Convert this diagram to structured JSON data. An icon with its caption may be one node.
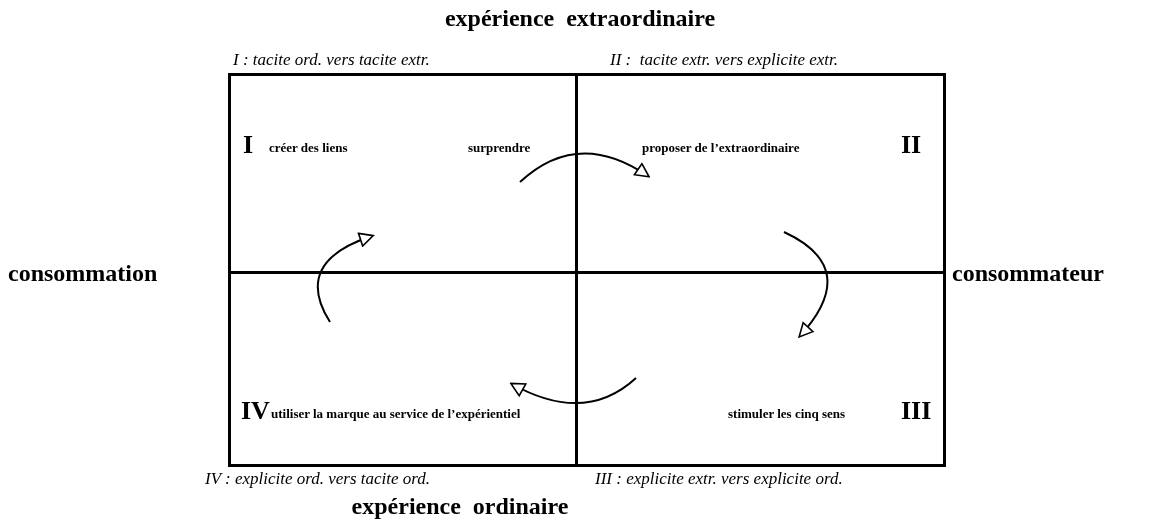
{
  "diagram": {
    "nodes": [
      {
        "text": [
          "I",
          "créer des liens",
          "surprendre"
        ]
      },
      {
        "text": [
          "proposer de l’extraordinaire",
          "II"
        ]
      },
      {
        "text": [
          "IV",
          "utiliser la marque au service de l’expérientiel"
        ]
      },
      {
        "text": [
          "stimuler les cinq sens",
          "III"
        ]
      }
    ],
    "edges": [
      {
        "from": 0,
        "to": 1,
        "arrow": "to"
      },
      {
        "from": 1,
        "to": 3,
        "arrow": "to"
      },
      {
        "from": 3,
        "to": 2,
        "arrow": "to"
      },
      {
        "from": 2,
        "to": 0,
        "arrow": "to"
      }
    ],
    "labels": [
      "expérience  extraordinaire",
      "I : tacite ord. vers tacite extr.",
      "II :  tacite extr. vers explicite extr.",
      "consommation",
      "consommateur",
      "IV : explicite ord. vers tacite ord.",
      "III : explicite extr. vers explicite ord.",
      "expérience  ordinaire"
    ]
  }
}
